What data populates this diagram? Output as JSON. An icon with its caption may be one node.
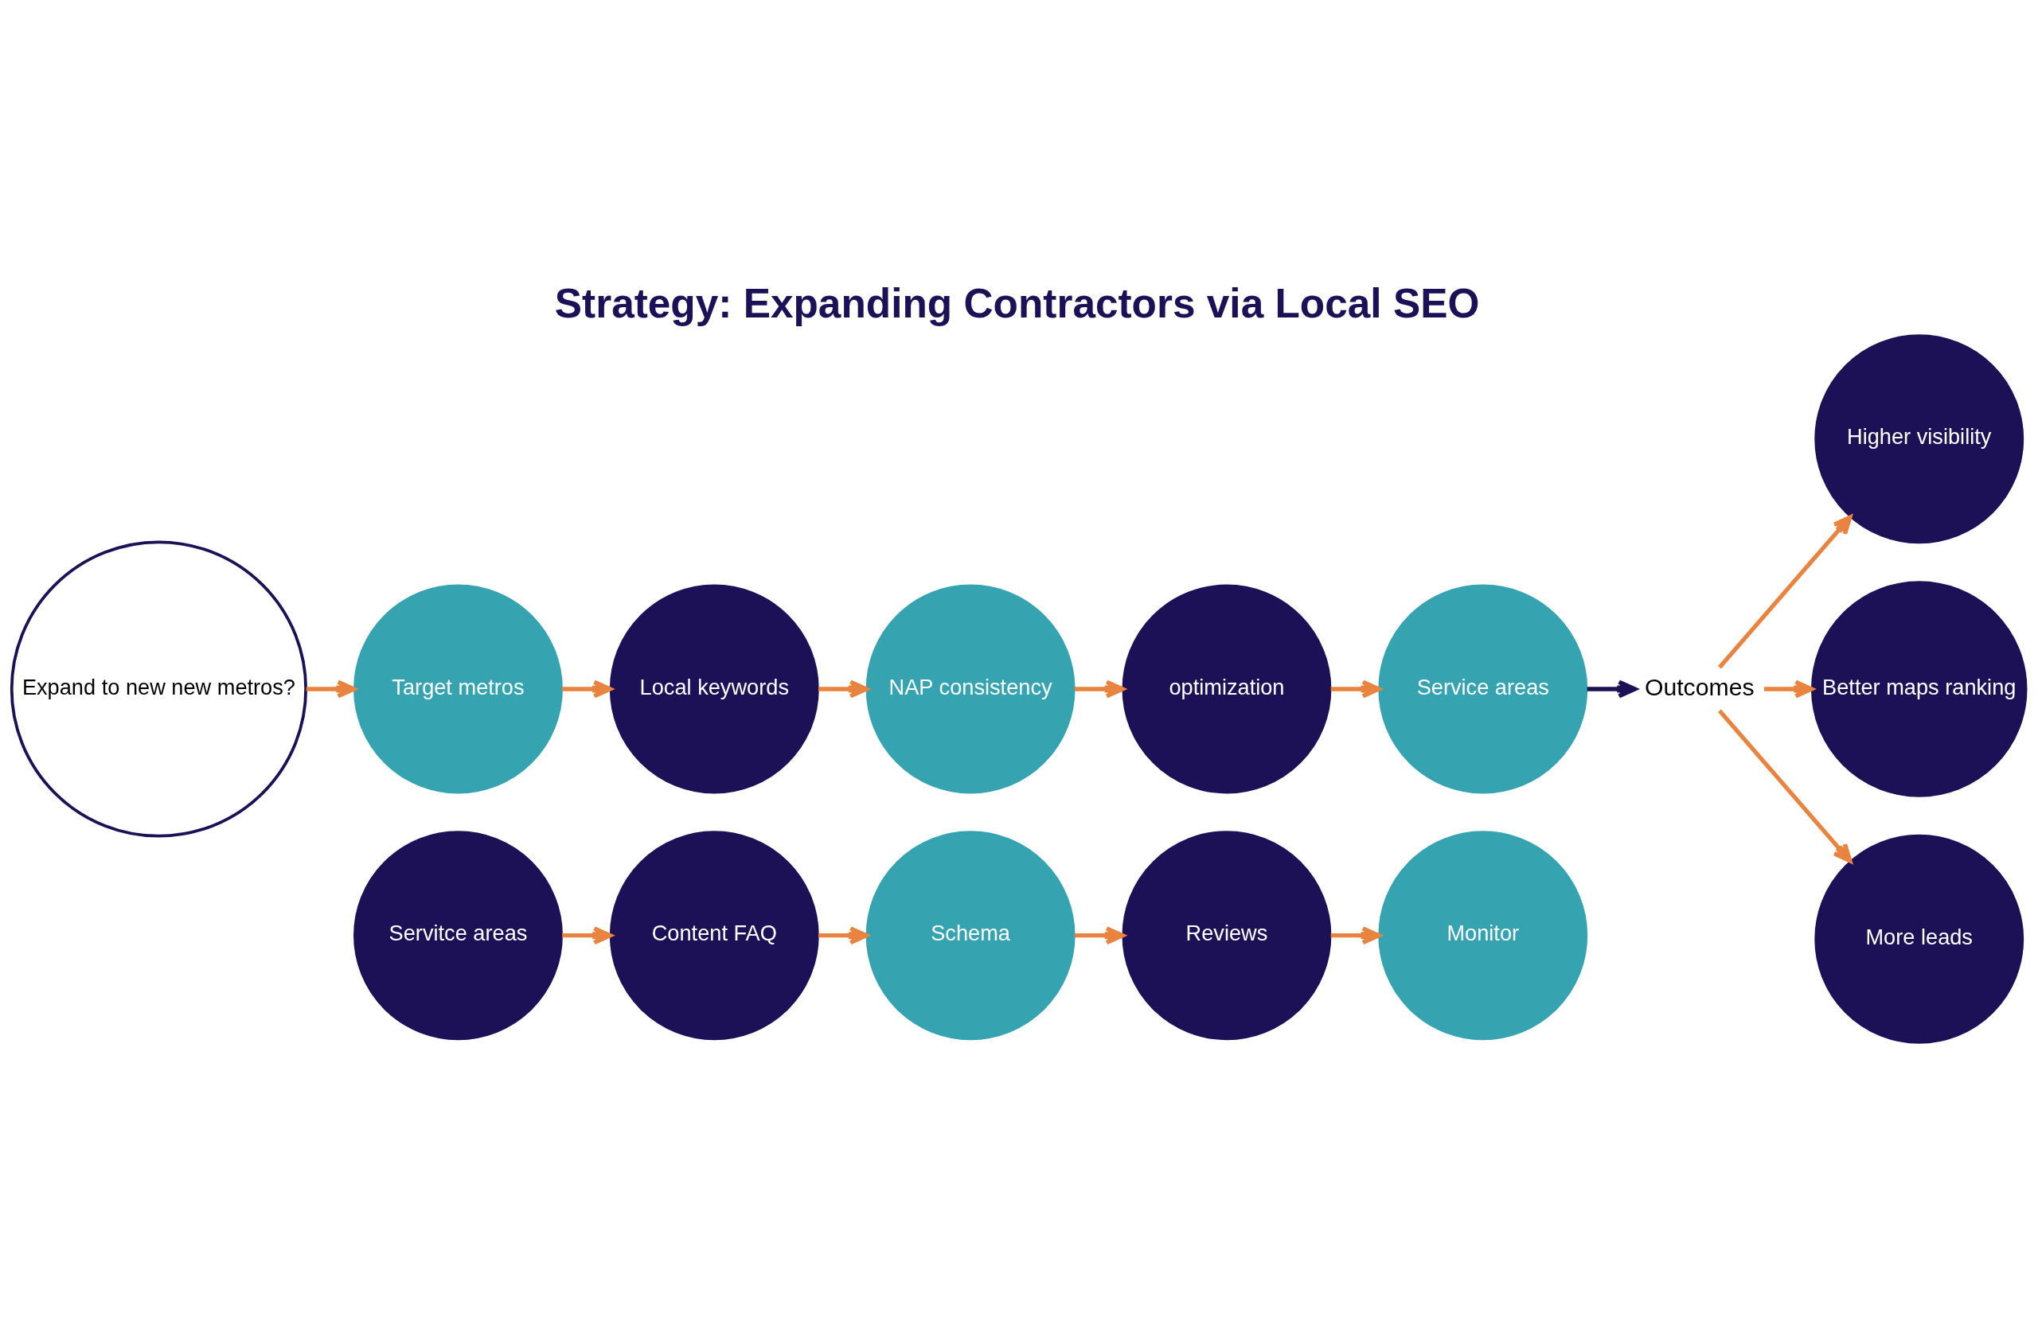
{
  "diagram": {
    "title": "Strategy: Expanding Contractors via Local SEO",
    "nodes": [
      {
        "text": [
          "Expand to new new metros?"
        ]
      },
      {
        "text": [
          "Target metros"
        ]
      },
      {
        "text": [
          "Local keywords"
        ]
      },
      {
        "text": [
          "NAP consistency"
        ]
      },
      {
        "text": [
          "optimization"
        ]
      },
      {
        "text": [
          "Service areas"
        ]
      },
      {
        "text": [
          "Servitce areas"
        ]
      },
      {
        "text": [
          "Content FAQ"
        ]
      },
      {
        "text": [
          "Schema"
        ]
      },
      {
        "text": [
          "Reviews"
        ]
      },
      {
        "text": [
          "Monitor"
        ]
      },
      {
        "text": [
          "Outcomes"
        ]
      },
      {
        "text": [
          "Higher visibility"
        ]
      },
      {
        "text": [
          "Better maps ranking"
        ]
      },
      {
        "text": [
          "More leads"
        ]
      }
    ],
    "edges": [
      {
        "from": 0,
        "to": 1,
        "arrow": "to"
      },
      {
        "from": 1,
        "to": 2,
        "arrow": "to"
      },
      {
        "from": 2,
        "to": 3,
        "arrow": "to"
      },
      {
        "from": 3,
        "to": 4,
        "arrow": "to"
      },
      {
        "from": 4,
        "to": 5,
        "arrow": "to"
      },
      {
        "from": 5,
        "to": 11,
        "arrow": "to",
        "color": "#1c1157"
      },
      {
        "from": 6,
        "to": 7,
        "arrow": "to"
      },
      {
        "from": 7,
        "to": 8,
        "arrow": "to"
      },
      {
        "from": 8,
        "to": 9,
        "arrow": "to"
      },
      {
        "from": 9,
        "to": 10,
        "arrow": "to"
      },
      {
        "from": 11,
        "to": 12,
        "arrow": "to"
      },
      {
        "from": 11,
        "to": 13,
        "arrow": "to"
      },
      {
        "from": 11,
        "to": 14,
        "arrow": "to"
      }
    ]
  }
}
